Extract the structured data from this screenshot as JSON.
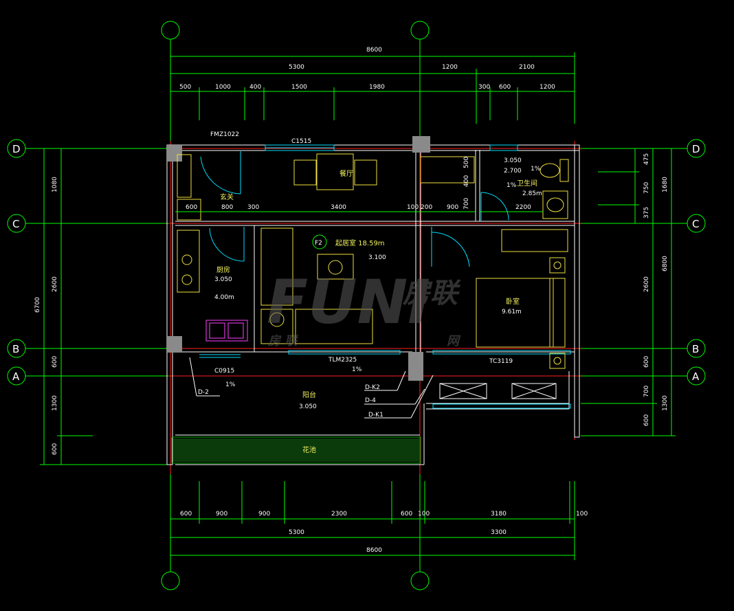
{
  "axes": {
    "top": [
      "",
      ""
    ],
    "right": [
      "D",
      "C",
      "B",
      "A"
    ],
    "left": [
      "D",
      "C",
      "B",
      "A"
    ],
    "bottom": [
      "",
      ""
    ]
  },
  "dims_top": {
    "total": "8600",
    "row2": [
      "5300",
      "1200",
      "2100"
    ],
    "row3": [
      "500",
      "1000",
      "400",
      "1500",
      "1980",
      "300",
      "600",
      "1200"
    ]
  },
  "dims_bottom": {
    "row1": [
      "600",
      "900",
      "900",
      "2300",
      "600",
      "100",
      "3180",
      "100"
    ],
    "row2": [
      "5300",
      "3300"
    ],
    "total": "8600"
  },
  "dims_left": {
    "total": "6700",
    "parts": [
      "1080",
      "2600",
      "600",
      "1300",
      "600"
    ]
  },
  "dims_right": {
    "total": "6800",
    "parts": [
      "1680",
      "2600",
      "600",
      "1300"
    ],
    "inner1": [
      "475",
      "750",
      "375"
    ],
    "inner2": [
      "600",
      "700",
      "600"
    ]
  },
  "interior_dims": [
    "600",
    "800",
    "300",
    "3400",
    "100",
    "200",
    "900",
    "2200",
    "500",
    "400",
    "700"
  ],
  "rooms": {
    "dining": "餐厅",
    "entry": "玄关",
    "kitchen": "厨房",
    "kitchen_level": "3.050",
    "kitchen_area": "4.00m",
    "living": "起居室 18.59m",
    "living_level": "3.100",
    "bedroom": "卧室",
    "bedroom_area": "9.61m",
    "bath": "卫生间",
    "bath_level1": "3.050",
    "bath_level2": "2.700",
    "bath_area": "2.85m",
    "balcony": "阳台",
    "balcony_level": "3.050",
    "planter": "花池"
  },
  "tags": {
    "door_fm": "FMZ1022",
    "win_c1515": "C1515",
    "win_c0915": "C0915",
    "door_tlm": "TLM2325",
    "win_tc": "TC3119",
    "f2": "F2",
    "dk2": "D-K2",
    "d4": "D-4",
    "dk1": "D-K1",
    "d2": "D-2",
    "slope1": "1%",
    "slope2": "1%",
    "bath_slope": "1%",
    "bath_note": "1%"
  },
  "watermark": {
    "brand": "FUNI",
    "cn1": "房联",
    "cn2": "房 联",
    "net": "网"
  },
  "colors": {
    "background": "#000000",
    "axis": "#00ff00",
    "wall": "#ffffff",
    "grid_line": "#ff2020",
    "window": "#00e0ff",
    "furniture": "#f0e040"
  }
}
